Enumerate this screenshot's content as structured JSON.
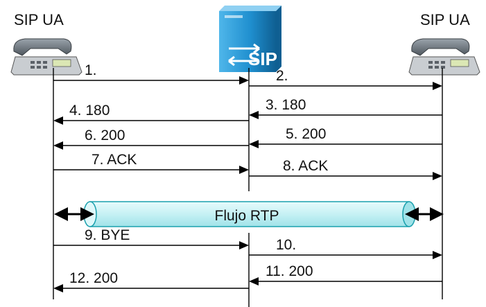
{
  "left_ua": {
    "title": "SIP UA",
    "icon": "desk-phone-icon"
  },
  "right_ua": {
    "title": "SIP UA",
    "icon": "desk-phone-icon"
  },
  "proxy": {
    "icon": "sip-server-icon",
    "logo_text": "SIP"
  },
  "messages": [
    {
      "id": "m1",
      "label": "1.",
      "from": "left",
      "to": "proxy"
    },
    {
      "id": "m2",
      "label": "2.",
      "from": "proxy",
      "to": "right"
    },
    {
      "id": "m3",
      "label": "3. 180",
      "from": "right",
      "to": "proxy"
    },
    {
      "id": "m4",
      "label": "4. 180",
      "from": "proxy",
      "to": "left"
    },
    {
      "id": "m5",
      "label": "5. 200",
      "from": "right",
      "to": "proxy"
    },
    {
      "id": "m6",
      "label": "6. 200",
      "from": "proxy",
      "to": "left"
    },
    {
      "id": "m7",
      "label": "7. ACK",
      "from": "left",
      "to": "proxy"
    },
    {
      "id": "m8",
      "label": "8. ACK",
      "from": "proxy",
      "to": "right"
    },
    {
      "id": "m9",
      "label": "9. BYE",
      "from": "left",
      "to": "proxy"
    },
    {
      "id": "m10",
      "label": "10.",
      "from": "proxy",
      "to": "right"
    },
    {
      "id": "m11",
      "label": "11. 200",
      "from": "right",
      "to": "proxy"
    },
    {
      "id": "m12",
      "label": "12. 200",
      "from": "proxy",
      "to": "left"
    }
  ],
  "media": {
    "label": "Flujo RTP"
  },
  "colors": {
    "line": "#000000",
    "pipe_fill": "#c6f1f4",
    "pipe_edge": "#1aa0ad",
    "server_body": "#1f8fcf",
    "server_dark": "#0f5f92"
  }
}
